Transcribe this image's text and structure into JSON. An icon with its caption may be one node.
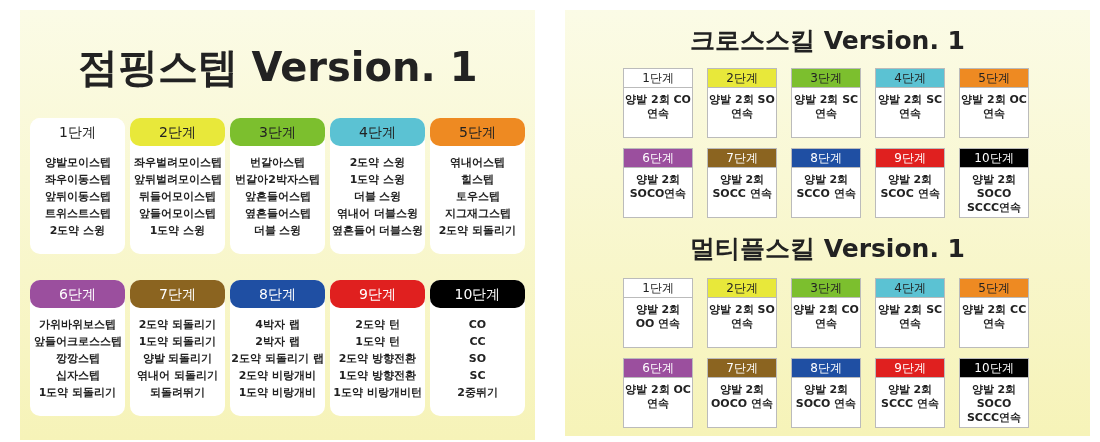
{
  "diagram": {
    "nodes": [
      {
        "text": [
          "점핑스텝 Version. 1"
        ]
      },
      {
        "text": [
          "1단계",
          "양발모이스텝",
          "좌우이동스텝",
          "앞뒤이동스텝",
          "트위스트스텝",
          "2도약 스윙"
        ],
        "in": 0
      },
      {
        "text": [
          "2단계",
          "좌우벌려모이스텝",
          "앞뒤벌려모이스텝",
          "뒤들어모이스텝",
          "앞들어모이스텝",
          "1도약 스윙"
        ],
        "in": 0
      },
      {
        "text": [
          "3단계",
          "번갈아스텝",
          "번갈아2박자스텝",
          "앞흔들어스텝",
          "옆흔들어스텝",
          "더블 스윙"
        ],
        "in": 0
      },
      {
        "text": [
          "4단계",
          "2도약 스윙",
          "1도약 스윙",
          "더블 스윙",
          "엮내어 더블스윙",
          "옆흔들어 더블스윙"
        ],
        "in": 0
      },
      {
        "text": [
          "5단계",
          "엮내어스텝",
          "힐스텝",
          "토우스텝",
          "지그재그스텝",
          "2도약 되돌리기"
        ],
        "in": 0
      },
      {
        "text": [
          "6단계",
          "가위바위보스텝",
          "앞들어크로스스텝",
          "깡깡스텝",
          "십자스텝",
          "1도약 되돌리기"
        ],
        "in": 0
      },
      {
        "text": [
          "7단계",
          "2도약 되돌리기",
          "1도약 되돌리기",
          "양발 되돌리기",
          "엮내어 되돌리기",
          "되돌려뛰기"
        ],
        "in": 0
      },
      {
        "text": [
          "8단계",
          "4박자 랩",
          "2박자 랩",
          "2도약 되돌리기 랩",
          "2도약 비랑개비",
          "1도약 비랑개비"
        ],
        "in": 0
      },
      {
        "text": [
          "9단계",
          "2도약 턴",
          "1도약 턴",
          "2도약 방향전환",
          "1도약 방향전환",
          "1도약 비랑개비턴"
        ],
        "in": 0
      },
      {
        "text": [
          "10단계",
          "CO",
          "CC",
          "SO",
          "SC",
          "2중뛰기"
        ],
        "in": 0
      },
      {
        "text": [
          "크로스스킬 Version. 1",
          "멀티플스킬 Version. 1"
        ]
      },
      {
        "text": [
          "1단계",
          "양발 2회 CO 연속"
        ],
        "in": 11
      },
      {
        "text": [
          "2단계",
          "양발 2회 SO 연속"
        ],
        "in": 11
      },
      {
        "text": [
          "3단계",
          "양발 2회 SC 연속"
        ],
        "in": 11
      },
      {
        "text": [
          "4단계",
          "양발 2회 SC 연속"
        ],
        "in": 11
      },
      {
        "text": [
          "5단계",
          "양발 2회 OC연속"
        ],
        "in": 11
      },
      {
        "text": [
          "6단계",
          "양발 2회 SOCO연속"
        ],
        "in": 11
      },
      {
        "text": [
          "7단계",
          "양발 2회 SOCC 연속"
        ],
        "in": 11
      },
      {
        "text": [
          "8단계",
          "양발 2회 SCCO 연속"
        ],
        "in": 11
      },
      {
        "text": [
          "9단계",
          "양발 2회 SCOC 연속"
        ],
        "in": 11
      },
      {
        "text": [
          "10단계",
          "양발 2회 SOCO SCCC연속"
        ],
        "in": 11
      },
      {
        "text": [
          "1단계",
          "양발 2회 OO 연속"
        ],
        "in": 11
      },
      {
        "text": [
          "2단계",
          "양발 2회 SO 연속"
        ],
        "in": 11
      },
      {
        "text": [
          "3단계",
          "양발 2회 CO 연속"
        ],
        "in": 11
      },
      {
        "text": [
          "4단계",
          "양발 2회 SC 연속"
        ],
        "in": 11
      },
      {
        "text": [
          "5단계",
          "양발 2회 CC연속"
        ],
        "in": 11
      },
      {
        "text": [
          "6단계",
          "양발 2회 OC연속"
        ],
        "in": 11
      },
      {
        "text": [
          "7단계",
          "양발 2회 OOCO 연속"
        ],
        "in": 11
      },
      {
        "text": [
          "8단계",
          "양발 2회 SOCO 연속"
        ],
        "in": 11
      },
      {
        "text": [
          "9단계",
          "양발 2회 SCCC 연속"
        ],
        "in": 11
      },
      {
        "text": [
          "10단계",
          "양발 2회 SOCO SCCC연속"
        ],
        "in": 11
      }
    ]
  }
}
